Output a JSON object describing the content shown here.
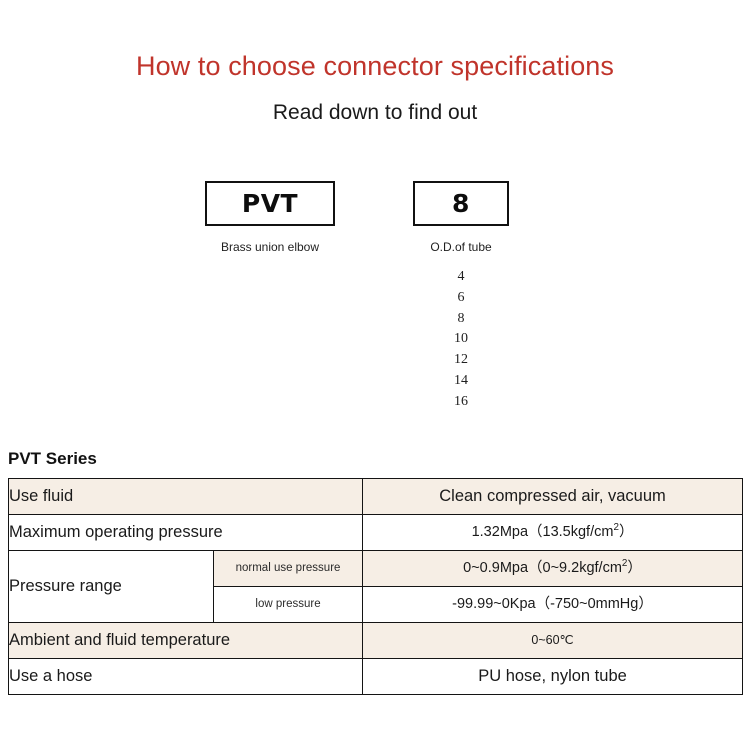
{
  "header": {
    "title": "How to choose connector specifications",
    "subtitle": "Read down to find out",
    "title_color": "#c0342b"
  },
  "selector": {
    "boxes": [
      {
        "code": "PVT",
        "caption": "Brass union elbow"
      },
      {
        "code": "8",
        "caption": "O.D.of tube"
      }
    ],
    "size_options": [
      "4",
      "6",
      "8",
      "10",
      "12",
      "14",
      "16"
    ]
  },
  "spec": {
    "heading": "PVT Series",
    "tint_color": "#f6eee5",
    "rows": [
      {
        "label": "Use fluid",
        "value": "Clean compressed air, vacuum"
      },
      {
        "label": "Maximum operating pressure",
        "value": "1.32Mpa（13.5kgf/cm2）",
        "value_html": "1.32Mpa（13.5kgf/cm<sup>2</sup>）"
      },
      {
        "label": "Pressure range",
        "sub_rows": [
          {
            "sublabel": "normal use pressure",
            "value": "0~0.9Mpa（0~9.2kgf/cm2）",
            "value_html": "0~0.9Mpa（0~9.2kgf/cm<sup>2</sup>）"
          },
          {
            "sublabel": "low pressure",
            "value": "-99.99~0Kpa（-750~0mmHg）"
          }
        ]
      },
      {
        "label": "Ambient and fluid temperature",
        "value": "0~60℃"
      },
      {
        "label": "Use a hose",
        "value": "PU hose, nylon tube"
      }
    ]
  }
}
